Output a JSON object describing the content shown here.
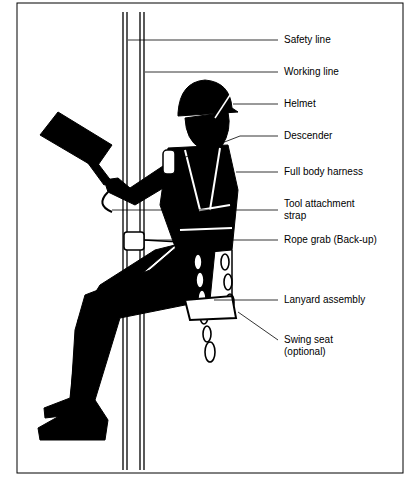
{
  "diagram": {
    "labels": [
      "Safety line",
      "Working line",
      "Helmet",
      "Descender",
      "Full body harness",
      "Tool attachment strap",
      "Rope grab (Back-up)",
      "Lanyard assembly",
      "Swing seat (optional)"
    ]
  }
}
